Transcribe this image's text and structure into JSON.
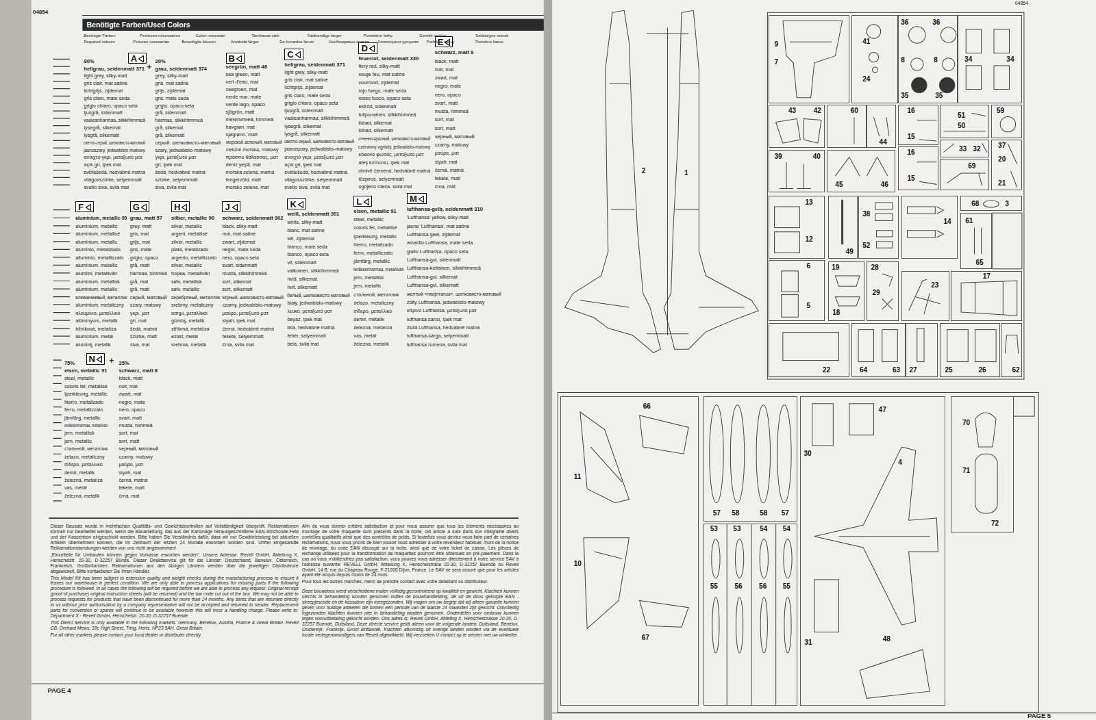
{
  "diagram": {
    "title": "Benötigte Farben/Used Colors",
    "nodes": [
      {
        "text": [
          "A"
        ]
      },
      {
        "text": [
          "B"
        ]
      },
      {
        "text": [
          "C"
        ]
      },
      {
        "text": [
          "D"
        ]
      },
      {
        "text": [
          "E"
        ]
      },
      {
        "text": [
          "F"
        ]
      },
      {
        "text": [
          "G"
        ]
      },
      {
        "text": [
          "H"
        ]
      },
      {
        "text": [
          "J"
        ]
      },
      {
        "text": [
          "K"
        ]
      },
      {
        "text": [
          "L"
        ]
      },
      {
        "text": [
          "M"
        ]
      },
      {
        "text": [
          "N"
        ]
      },
      {
        "text": [
          "9",
          "7"
        ]
      },
      {
        "text": [
          "41",
          "24"
        ]
      },
      {
        "text": [
          "36",
          "36",
          "8",
          "8",
          "35",
          "35"
        ]
      },
      {
        "text": [
          "34",
          "34"
        ]
      },
      {
        "text": [
          "43",
          "42"
        ]
      },
      {
        "text": [
          "60"
        ]
      },
      {
        "text": [
          "44"
        ]
      },
      {
        "text": [
          "16",
          "15"
        ]
      },
      {
        "text": [
          "51",
          "50"
        ]
      },
      {
        "text": [
          "59"
        ]
      },
      {
        "text": [
          "33",
          "32"
        ]
      },
      {
        "text": [
          "37",
          "20",
          "21"
        ]
      },
      {
        "text": [
          "39",
          "40"
        ]
      },
      {
        "text": [
          "45",
          "46"
        ]
      },
      {
        "text": [
          "16",
          "15"
        ]
      },
      {
        "text": [
          "69"
        ]
      },
      {
        "text": [
          "13",
          "12"
        ]
      },
      {
        "text": [
          "49"
        ]
      },
      {
        "text": [
          "38",
          "52"
        ]
      },
      {
        "text": [
          "14"
        ]
      },
      {
        "text": [
          "68",
          "3"
        ]
      },
      {
        "text": [
          "61",
          "65"
        ]
      },
      {
        "text": [
          "6",
          "5"
        ]
      },
      {
        "text": [
          "19",
          "18"
        ]
      },
      {
        "text": [
          "28",
          "29"
        ]
      },
      {
        "text": [
          "23"
        ]
      },
      {
        "text": [
          "17"
        ]
      },
      {
        "text": [
          "22"
        ]
      },
      {
        "text": [
          "64",
          "63"
        ]
      },
      {
        "text": [
          "27"
        ]
      },
      {
        "text": [
          "25",
          "26"
        ]
      },
      {
        "text": [
          "62"
        ]
      },
      {
        "text": [
          "66",
          "11",
          "10",
          "67"
        ]
      },
      {
        "text": [
          "57",
          "58",
          "58",
          "57"
        ]
      },
      {
        "text": [
          "53",
          "53",
          "54",
          "54",
          "55",
          "56",
          "56",
          "55"
        ]
      },
      {
        "text": [
          "47",
          "30",
          "4",
          "31",
          "48"
        ]
      },
      {
        "text": [
          "70",
          "71",
          "72"
        ]
      }
    ],
    "labels": [
      "04854",
      "Benötigte Farben",
      "Peintures nécessaires",
      "Colori necessari",
      "Tarvittavat värit",
      "Nødvendige farger",
      "Potrzebne farby",
      "Gerekli renkler",
      "Szükséges színek",
      "Required colours",
      "Pinturas necesarias",
      "Benodigde kleuren",
      "Använda färger",
      "De fornødne farver",
      "Необходимые краски",
      "Απαιτούμενα χρώματα",
      "Potřebné barvy",
      "Potrebne barve",
      "80%",
      "hellgrau, seidenmatt 371",
      "light grey, silky-matt",
      "gris clair, mat satiné",
      "lichtgrijs, zijdemat",
      "gris claro, mate seda",
      "grigio chiaro, opaco seta",
      "ljusgrå, sidenmatt",
      "vaaleanharmaa, silkkihimmeä",
      "lysegrå, silkemat",
      "lysgrå, silkematt",
      "светло-серый, шелковисто-матовый",
      "jasnoszary, jedwabisto-matowy",
      "ανοιχτό γκρι, μεταξωτό ματ",
      "açık gri, ipek mat",
      "světlešedá, hedvábně matná",
      "világosszürke, selyemmatt",
      "svetlo siva, svila mat",
      "20%",
      "grau, seidenmatt 374",
      "grey, silky-matt",
      "gris, mat satiné",
      "grijs, zijdemat",
      "gris, mate seda",
      "grigio, opaco seta",
      "grå, sidenmatt",
      "harmaa, silkkihimmeä",
      "grå, silkemat",
      "grå, silkematt",
      "серый, шелковисто-матовый",
      "szary, jedwabisto-matowy",
      "γκρι, μεταξωτό ματ",
      "gri, ipek mat",
      "šedá, hedvábně matná",
      "szürke, selyemmatt",
      "siva, svila mat",
      "+",
      "seegrün, matt 48",
      "sea green, matt",
      "vert d'eau, mat",
      "zeegroen, mat",
      "verde mar, mate",
      "verde lago, opaco",
      "sjögrön, matt",
      "merenvihreä, himmeä",
      "havgrøn, mat",
      "sjøgrønn, matt",
      "морской зеленый, матовый",
      "zielone morska, matowy",
      "πράσινο θάλασσας, ματ",
      "deniz yeşili, mat",
      "mořská zelená, matná",
      "tengerzöld, matt",
      "morsko zelena, mat",
      "hellgrau, seidenmatt 371",
      "light grey, silky-matt",
      "gris clair, mat satiné",
      "lichtgrijs, zijdemat",
      "gris claro, mate seda",
      "grigio chiaro, opaco seta",
      "ljusgrå, sidenmatt",
      "vaaleanharmaa, silkkihimmeä",
      "lysegrå, silkemat",
      "lysgrå, silkematt",
      "светло-серый, шелковисто-матовый",
      "jasnoszary, jedwabisto-matowy",
      "ανοιχτό γκρι, μεταξωτό ματ",
      "açık gri, ipek mat",
      "světlešedá, hedvábně matná",
      "világosszürke, selyemmatt",
      "svetlo siva, svila mat",
      "feuerrot, seidenmatt 330",
      "fiery red, silky-matt",
      "rouge feu, mat satiné",
      "vuurrood, zijdemat",
      "rojo fuego, mate seda",
      "rosso fuoco, opaco seta",
      "eldröd, sidenmatt",
      "tulipunainen, silkkihimmeä",
      "ildrød, silkemat",
      "ildrød, silkematt",
      "огненно-красный, шелковисто-матовый",
      "czerwony ognisty, jedwabisto-matowy",
      "κόκκινο φωτιάς, μεταξωτό ματ",
      "ateş kırmızısı, ipek mat",
      "ohnivě červená, hedvábně matná",
      "tűzpiros, selyemmatt",
      "ognjeno rdeča, svila mat",
      "schwarz, matt 8",
      "black, matt",
      "noir, mat",
      "zwart, mat",
      "negro, mate",
      "nero, opaco",
      "svart, matt",
      "musta, himmeä",
      "sort, mat",
      "sort, matt",
      "черный, матовый",
      "czarny, matowy",
      "μαύρο, ματ",
      "siyah, mat",
      "černá, matná",
      "fekete, matt",
      "črna, mat",
      "aluminium, metallic 99",
      "aluminium, metallic",
      "aluminium, métallisé",
      "aluminium, metallic",
      "aluminio, metalizado",
      "alluminio, metallizzato",
      "aluminium, metallic",
      "alumiini, metalliväri",
      "aluminium, metallisk",
      "aluminium, metallic",
      "алюминиевый, металлик",
      "aluminium, metaliczny",
      "αλουμίνιο, μεταλλικό",
      "alüminyum, metalik",
      "hliníková, metalíza",
      "alumínium, metál",
      "aluminij, metalik",
      "grau, matt 57",
      "grey, matt",
      "gris, mat",
      "grijs, mat",
      "gris, mate",
      "grigio, opaco",
      "grå, matt",
      "harmaa, himmeä",
      "grå, mat",
      "grå, matt",
      "серый, матовый",
      "szary, matowy",
      "γκρι, ματ",
      "gri, mat",
      "šedá, matná",
      "szürke, matt",
      "siva, mat",
      "silber, metallic 90",
      "silver, metallic",
      "argent, métallisé",
      "zilver, metallic",
      "plata, metalizado",
      "argento, metallizzato",
      "silver, metallic",
      "hopea, metalliväri",
      "sølv, metallisk",
      "sølv, metallic",
      "серебряный, металлик",
      "srebrny, metaliczny",
      "ασημί, μεταλλικό",
      "gümüş, metalik",
      "stříbrná, metalíza",
      "ezüst, metál",
      "srebrna, metalik",
      "schwarz, seidenmatt 302",
      "black, silky-matt",
      "noir, mat satiné",
      "zwart, zijdemat",
      "negro, mate seda",
      "nero, opaco seta",
      "svart, sidenmatt",
      "musta, silkkihimmeä",
      "sort, silkemat",
      "sort, silkematt",
      "черный, шелковисто-матовый",
      "czarny, jedwabisto-matowy",
      "μαύρο, μεταξωτό ματ",
      "siyah, ipek mat",
      "černá, hedvábně matná",
      "fekete, selyemmatt",
      "črna, svila mat",
      "weiß, seidenmatt 301",
      "white, silky-matt",
      "blanc, mat satiné",
      "wit, zijdemat",
      "blanco, mate seda",
      "bianco, opaco seta",
      "vit, sidenmatt",
      "valkoinen, silkkihimmeä",
      "hvid, silkemat",
      "hvit, silkematt",
      "белый, шелковисто-матовый",
      "biały, jedwabisto-matowy",
      "λευκό, μεταξωτό ματ",
      "beyaz, ipek mat",
      "bílá, hedvábně matná",
      "fehér, selyemmatt",
      "bela, svila mat",
      "eisen, metallic 91",
      "steel, metallic",
      "coloris fer, métallisé",
      "ijzerkleurig, metallic",
      "hierro, metalizado",
      "ferro, metallizzato",
      "järnfärg, metallic",
      "teräksenharmaa, metalliväri",
      "jern, metallisk",
      "jern, metallic",
      "стальной, металлик",
      "żelazo, metaliczny",
      "σίδερο, μεταλλικό",
      "demir, metalik",
      "železná, metalíza",
      "vas, metál",
      "železna, metalik",
      "lufthansa-gelb, seidenmatt 310",
      "'Lufthansa' yellow, silky-matt",
      "jaune 'Lufthansa', mat satiné",
      "Lufthansa geel, zijdemat",
      "amarillo Lufthansa, mate seda",
      "giallo Lufthansa, opaco seta",
      "Lufthansa-gul, sidenmatt",
      "Lufthansa-keltainen, silkkihimmeä",
      "Lufthansa-gul, silkemat",
      "Lufthansa-gul, silkematt",
      "желтый «люфтганза», шелковисто-матовый",
      "żółty Lufthansa, jedwabisto-matowy",
      "κίτρινο Lufthansa, μεταξωτό ματ",
      "lufthansa sarısı, ipek mat",
      "žlutá Lufthansa, hedvábně matná",
      "lufthansa-sárga, selyemmatt",
      "lufthansa rumena, svila mat",
      "75%",
      "eisen, metallic 91",
      "steel, metallic",
      "coloris fer, métallisé",
      "ijzerkleurig, metallic",
      "hierro, metalizado",
      "ferro, metallizzato",
      "järnfärg, metallic",
      "teräksenharmaa, metalliväri",
      "jern, metallisk",
      "jern, metallic",
      "стальной, металлик",
      "żelazo, metaliczny",
      "σίδερο, μεταλλικό",
      "demir, metalik",
      "železná, metalíza",
      "vas, metál",
      "železna, metalik",
      "25%",
      "schwarz, matt 8",
      "black, matt",
      "noir, mat",
      "zwart, mat",
      "negro, mate",
      "nero, opaco",
      "svart, matt",
      "musta, himmeä",
      "sort, mat",
      "sort, matt",
      "черный, матовый",
      "czarny, matowy",
      "μαύρο, ματ",
      "siyah, mat",
      "černá, matná",
      "fekete, matt",
      "črna, mat",
      "+",
      "Dieser Bausatz wurde in mehrfachen Qualitäts- und Gewichtskontrollen auf Vollständigkeit überprüft. Reklamationen können nur bearbeitet werden, wenn die Bauanleitung, das aus der Kartonage herausgeschnittene EAN-Strichcode-Feld und der Kassenbon eingeschickt werden. Bitte haben Sie Verständnis dafür, dass wir nur Gewährleistung bei aktuellen Artikeln übernehmen können, die im Zeitraum der letzten 24 Monate erworben worden sind. Unfrei eingesandte Reklamationssendungen werden von uns nicht angenommen!",
      "„Einzelteile für Umbauten können gegen Vorkasse erworben werden“. Unsere Adresse: Revell GmbH, Abteilung X, Henschelstr. 20-30, D-32257 Bünde. Dieser Direktservice gilt für die Länder: Deutschland, Benelux, Österreich, Frankreich, Großbritannien. Reklamationen aus den übrigen Ländern werden über die jeweiligen Distributeure abgewickelt. Bitte kontaktieren Sie Ihren Händler.",
      "This Model Kit has been subject to extensive quality and weight checks during the manufacturing process to ensure it leaves our warehouse in perfect condition. We are only able to process applications for missing parts if the following procedure is followed. In all cases the following will be required before we are able to process any request: Original receipt (proof of purchase) original instruction sheets (will be returned) and the bar code cut out of the box. We may not be able to process requests for products that have been discontinued for more than 24 months. Any items that are returned directly to us without prior authorisation by a company representative will not be accepted and returned to sender. Replacement parts for conversion or spares will continue to be available however this will incur a handling charge. Please write to: Department X · Revell GmbH, Henschelstr. 20-30, D-32257 Buende.",
      "This Direct Service is only available in the following markets: Germany, Benelux, Austria, France & Great Britain. Revell GB, Orchard Mews, 18c High Street, Tring, Herts. HP23 5AH, Great Britain.",
      "For all other markets please contact your local dealer or distributer directly.",
      "Afin de vous donner entière satisfaction et pour nous assurer que tous les éléments nécessaires au montage de votre maquette sont présents dans la boîte, cet article a subi dans son intégralité divers contrôles qualitatifs ainsi que des contrôles de poids. Si toutefois vous deviez nous faire part de certaines réclamations, nous vous prions de bien vouloir vous adresser à votre revendeur habituel, muni de la notice de montage, du code EAN découpé sur la boîte, ainsi que de votre ticket de caisse. Les pièces de rechange utilisées pour la transformation de maquettes pourront être obtenues en pré-paiement. Dans le cas où vous n'obtiendriez pas satisfaction, vous pouvez vous adresser directement à notre service SAV à l'adresse suivante: REVELL GmbH, Abteilung X, Henschelstraße 20-30, D-32257 Buende ou Revell GmbH, 14 B, rue du Chapeau Rouge, F-21000 Dijon, France. Le SAV ne sera assuré que pour les articles ayant été acquis depuis moins de 24 mois.",
      "Pour tous les autres marchés, merci de prendre contact avec votre detaillant ou distributeur.",
      "Deze bouwdoos werd verscheidene malen volledig gecontroleerd op kwaliteit en gewicht. Klachten kunnen slechts in behandeling worden genomen indien de bouwhandleiding, de uit de doos geknipte EAN - streepjescode en de kassabon zijn meegezonden. Wij vragen om uw begrip dat wij alleen garantie kunnen geven voor huidige artikelen die binnen een periode van de laatste 24 maanden zijn gekocht. Onvolledig ingezonden klachten kunnen niet in behandeling worden genomen. Onderdelen voor ombouw kunnen tegen vooruitbetaling gekocht worden. Ons adres is: Revell GmbH, Afdeling X, Henschelstrasse 20-30, D-32257 Buende, Duitsland. Deze directe service geldt alleen voor de volgende landen: Duitsland, Benelux, Oostenrijk, Frankrijk, Groot Brittannië. Klachten afkomstig uit overige landen worden via de eventuele locale vertegenwoordigers van Revell afgewikkeld. Wij verzoeken U contact op te nemen met uw winkelier.",
      "PAGE 4",
      "04854",
      "2",
      "1",
      "PAGE 5"
    ]
  }
}
